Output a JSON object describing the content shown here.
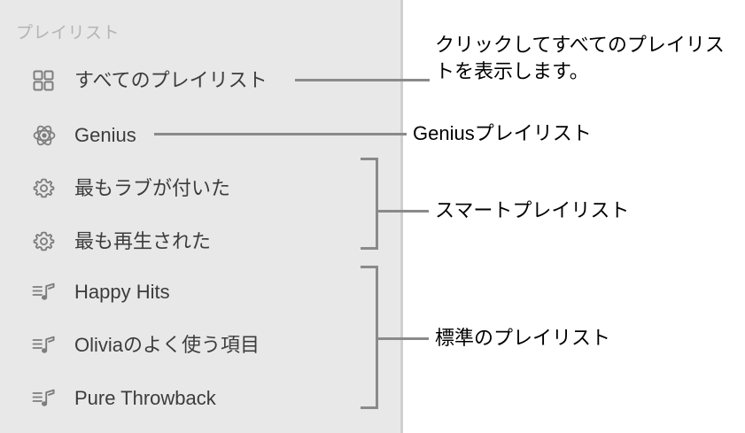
{
  "sidebar": {
    "section_header": "プレイリスト",
    "background_color": "#e8e8e8",
    "items": [
      {
        "label": "すべてのプレイリスト",
        "icon": "grid-icon",
        "name": "all-playlists"
      },
      {
        "label": "Genius",
        "icon": "atom-icon",
        "name": "genius"
      },
      {
        "label": "最もラブが付いた",
        "icon": "gear-icon",
        "name": "most-loved"
      },
      {
        "label": "最も再生された",
        "icon": "gear-icon",
        "name": "most-played"
      },
      {
        "label": "Happy Hits",
        "icon": "music-note-list-icon",
        "name": "happy-hits"
      },
      {
        "label": "Oliviaのよく使う項目",
        "icon": "music-note-list-icon",
        "name": "olivia-favorites"
      },
      {
        "label": "Pure Throwback",
        "icon": "music-note-list-icon",
        "name": "pure-throwback"
      }
    ]
  },
  "annotations": [
    {
      "text": "クリックしてすべてのプレイリストを表示します。",
      "name": "annotation-all-playlists"
    },
    {
      "text": "Geniusプレイリスト",
      "name": "annotation-genius"
    },
    {
      "text": "スマートプレイリスト",
      "name": "annotation-smart-playlists"
    },
    {
      "text": "標準のプレイリスト",
      "name": "annotation-standard-playlists"
    }
  ],
  "colors": {
    "sidebar_bg": "#e8e8e8",
    "page_bg": "#ffffff",
    "item_text": "#3c3c3c",
    "header_text": "#b4b4b4",
    "annotation_text": "#000000",
    "leader_line": "#8a8a8a",
    "icon": "#7d7d7d"
  }
}
